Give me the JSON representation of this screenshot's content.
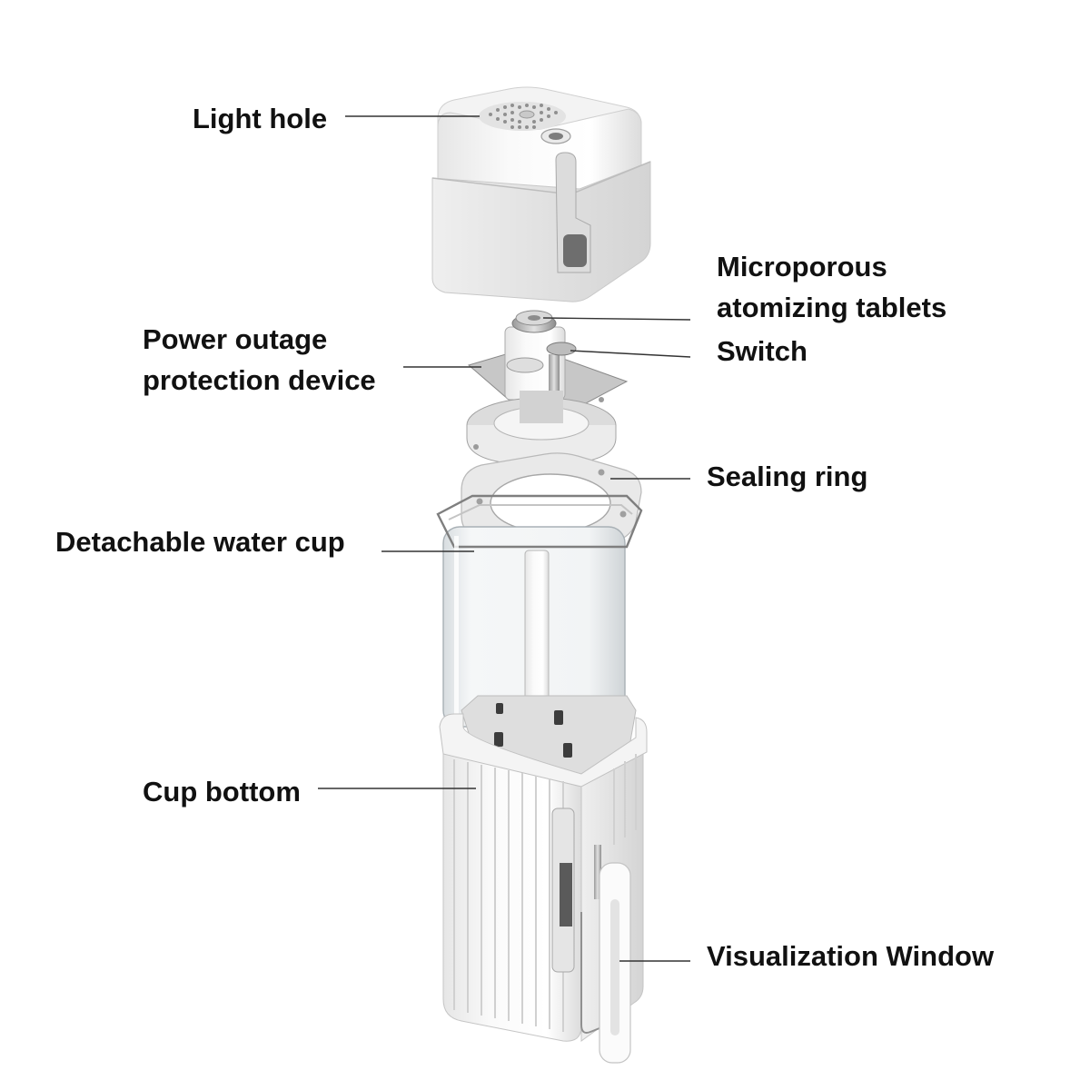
{
  "labels": {
    "light_hole": "Light hole",
    "microporous_line1": "Microporous",
    "microporous_line2": "atomizing tablets",
    "power_line1": "Power outage",
    "power_line2": "protection device",
    "switch": "Switch",
    "sealing_ring": "Sealing ring",
    "water_cup": "Detachable water cup",
    "cup_bottom": "Cup bottom",
    "visualization_window": "Visualization Window"
  },
  "colors": {
    "background": "#ffffff",
    "label_text": "#111111",
    "leader_line": "#333333",
    "body_white": "#f4f4f4",
    "body_shade": "#d9d9d9",
    "metal": "#b8b8b8",
    "clear_cup": "#eef1f3"
  }
}
